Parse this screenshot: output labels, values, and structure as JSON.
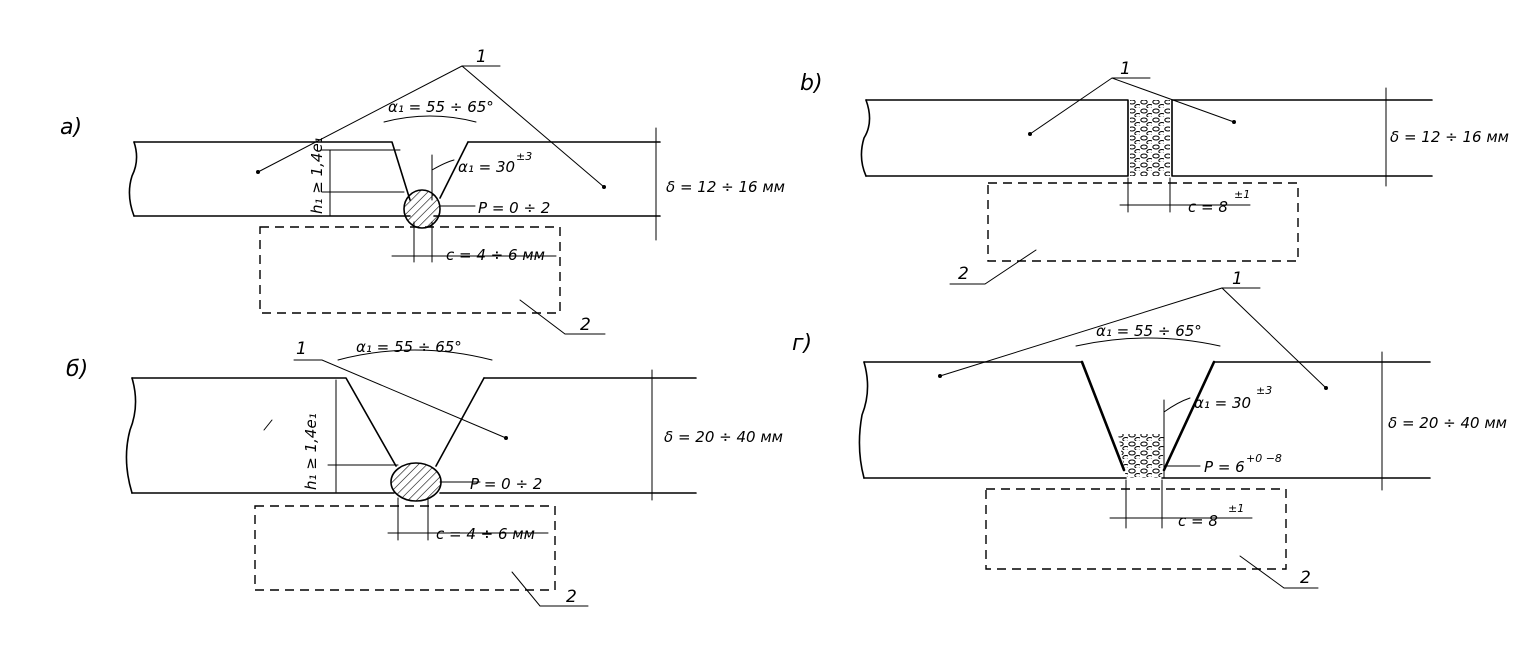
{
  "diagrams": {
    "a": {
      "label": "a)",
      "callout_plate": "1",
      "callout_backing": "2",
      "angle_full": "α₁ = 55 ÷ 65°",
      "angle_half": "α₁ = 30",
      "angle_half_tol": "±3",
      "height": "h₁ ≥ 1,4e₁",
      "root_face": "P = 0 ÷ 2",
      "gap": "c = 4 ÷ 6 мм",
      "thickness": "δ = 12 ÷ 16 мм"
    },
    "b": {
      "label": "б)",
      "callout_plate": "1",
      "callout_backing": "2",
      "angle_full": "α₁ = 55 ÷ 65°",
      "height": "h₁ ≥ 1,4e₁",
      "root_face": "P = 0 ÷ 2",
      "gap": "c = 4 ÷ 6 мм",
      "thickness": "δ = 20 ÷ 40 мм"
    },
    "v": {
      "label": "b)",
      "callout_plate": "1",
      "callout_backing": "2",
      "gap": "c = 8",
      "gap_tol": "±1",
      "thickness": "δ = 12 ÷ 16 мм"
    },
    "g": {
      "label": "г)",
      "callout_plate": "1",
      "callout_backing": "2",
      "angle_full": "α₁ = 55 ÷ 65°",
      "angle_half": "α₁ = 30",
      "angle_half_tol": "±3",
      "root_face": "P = 6",
      "root_face_tol": "+0 −8",
      "gap": "c = 8",
      "gap_tol": "±1",
      "thickness": "δ = 20 ÷ 40 мм"
    }
  }
}
